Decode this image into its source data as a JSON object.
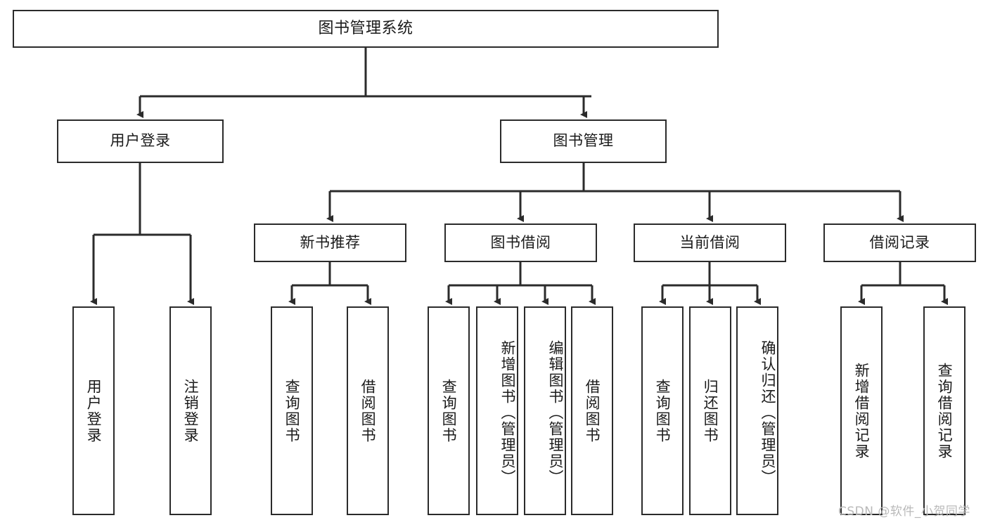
{
  "diagram": {
    "type": "tree-hierarchy",
    "title": "图书管理系统",
    "watermark": "CSDN @软件_小贺同学",
    "colors": {
      "border": "#2b2b2b",
      "background": "#ffffff",
      "text": "#1a1a1a",
      "watermark": "#b9b9b9"
    },
    "root": {
      "label": "图书管理系统"
    },
    "level2": [
      {
        "label": "用户登录"
      },
      {
        "label": "图书管理"
      }
    ],
    "level3": [
      {
        "label": "新书推荐"
      },
      {
        "label": "图书借阅"
      },
      {
        "label": "当前借阅"
      },
      {
        "label": "借阅记录"
      }
    ],
    "leaves": {
      "user_login": [
        {
          "label": "用户登录"
        },
        {
          "label": "注销登录"
        }
      ],
      "new_book": [
        {
          "label": "查询图书"
        },
        {
          "label": "借阅图书"
        }
      ],
      "book_borrow": [
        {
          "label": "查询图书"
        },
        {
          "label": "新增图书（管理员）"
        },
        {
          "label": "编辑图书（管理员）"
        },
        {
          "label": "借阅图书"
        }
      ],
      "current_borrow": [
        {
          "label": "查询图书"
        },
        {
          "label": "归还图书"
        },
        {
          "label": "确认归还（管理员）"
        }
      ],
      "borrow_record": [
        {
          "label": "新增借阅记录"
        },
        {
          "label": "查询借阅记录"
        }
      ]
    }
  }
}
